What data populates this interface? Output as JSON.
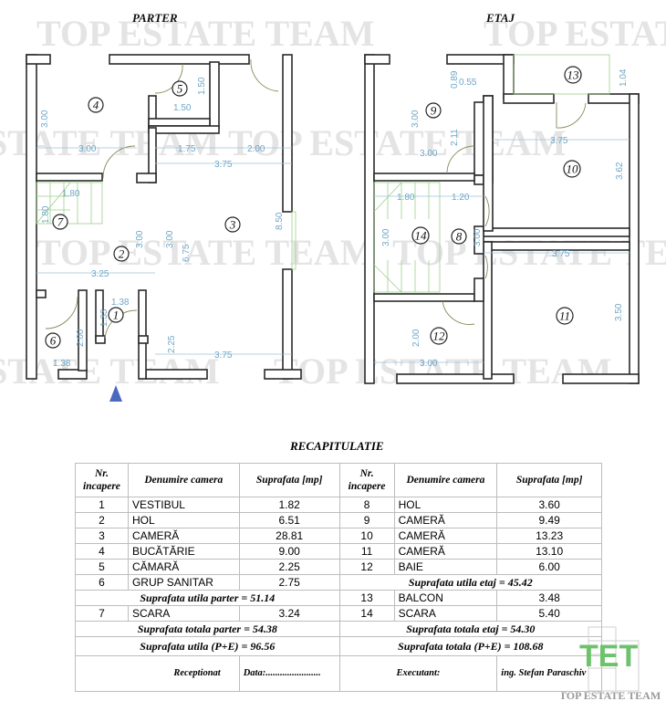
{
  "watermark": "TOP ESTATE TEAM",
  "plans": {
    "parter": {
      "title": "PARTER",
      "rooms": [
        "1",
        "2",
        "3",
        "4",
        "5",
        "6",
        "7"
      ],
      "dims": [
        "3.00",
        "3.00",
        "1.50",
        "1.50",
        "1.75",
        "2.00",
        "3.75",
        "1.80",
        "1.80",
        "3.00",
        "3.00",
        "6.75",
        "8.50",
        "3.25",
        "1.38",
        "1.33",
        "2.25",
        "2.00",
        "1.38",
        "3.75"
      ]
    },
    "etaj": {
      "title": "ETAJ",
      "rooms": [
        "8",
        "9",
        "10",
        "11",
        "12",
        "13",
        "14"
      ],
      "dims": [
        "0.89",
        "0.55",
        "1.04",
        "3.00",
        "2.11",
        "3.00",
        "3.75",
        "3.62",
        "1.80",
        "1.20",
        "3.00",
        "3.00",
        "3.75",
        "3.50",
        "2.00",
        "3.00"
      ]
    }
  },
  "recap": {
    "title": "RECAPITULATIE",
    "headers": {
      "nr": "Nr. incapere",
      "name": "Denumire camera",
      "area": "Suprafata [mp]"
    },
    "parter_rows": [
      {
        "nr": "1",
        "name": "VESTIBUL",
        "area": "1.82"
      },
      {
        "nr": "2",
        "name": "HOL",
        "area": "6.51"
      },
      {
        "nr": "3",
        "name": "CAMERĂ",
        "area": "28.81"
      },
      {
        "nr": "4",
        "name": "BUCĂTĂRIE",
        "area": "9.00"
      },
      {
        "nr": "5",
        "name": "CĂMARĂ",
        "area": "2.25"
      },
      {
        "nr": "6",
        "name": "GRUP SANITAR",
        "area": "2.75"
      },
      {
        "nr": "7",
        "name": "SCARA",
        "area": "3.24"
      }
    ],
    "etaj_rows": [
      {
        "nr": "8",
        "name": "HOL",
        "area": "3.60"
      },
      {
        "nr": "9",
        "name": "CAMERĂ",
        "area": "9.49"
      },
      {
        "nr": "10",
        "name": "CAMERĂ",
        "area": "13.23"
      },
      {
        "nr": "11",
        "name": "CAMERĂ",
        "area": "13.10"
      },
      {
        "nr": "12",
        "name": "BAIE",
        "area": "6.00"
      },
      {
        "nr": "13",
        "name": "BALCON",
        "area": "3.48"
      },
      {
        "nr": "14",
        "name": "SCARA",
        "area": "5.40"
      }
    ],
    "utila_parter": "Suprafata utila parter = 51.14",
    "utila_etaj": "Suprafata utila etaj = 45.42",
    "totala_parter": "Suprafata totala parter = 54.38",
    "totala_etaj": "Suprafata totala etaj = 54.30",
    "utila_pe": "Suprafata utila (P+E) = 96.56",
    "totala_pe": "Suprafata totala (P+E) = 108.68",
    "receptionat": "Receptionat",
    "data": "Data:.......................",
    "executant": "Executant:",
    "inginer": "ing. Stefan Paraschiv"
  },
  "logo": {
    "mark": "TET",
    "name": "TOP ESTATE TEAM"
  }
}
